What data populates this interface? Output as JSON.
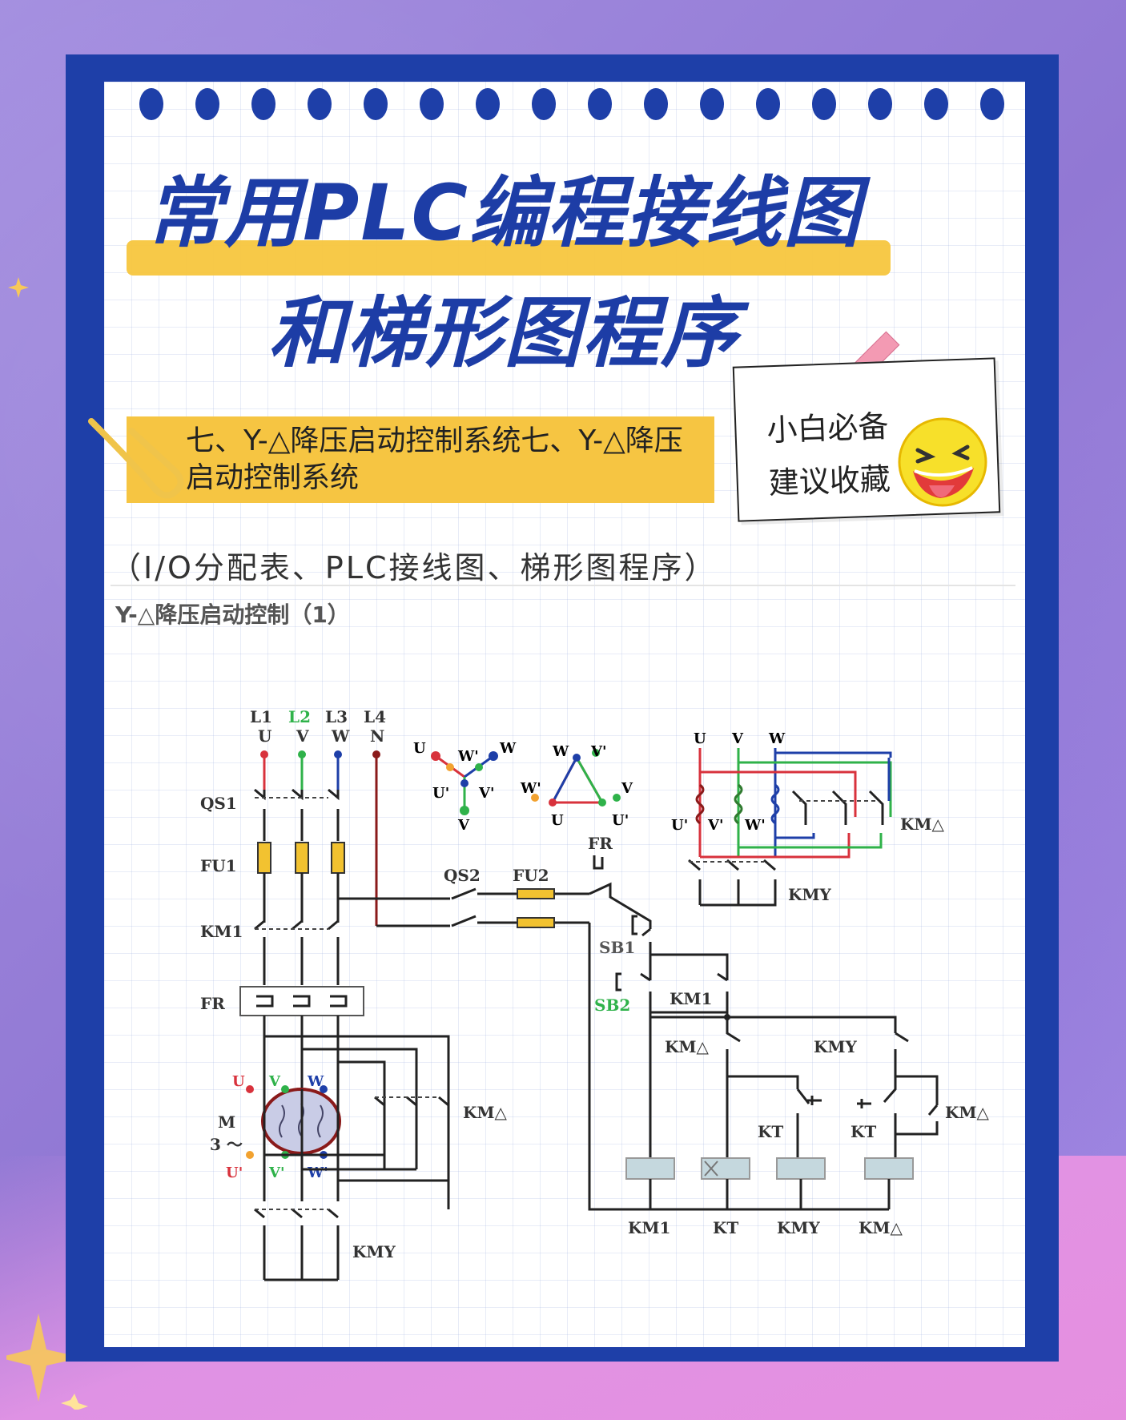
{
  "title": {
    "line1": "常用PLC编程接线图",
    "line2": "和梯形图程序"
  },
  "note": {
    "line1": "小白必备",
    "line2": "建议收藏"
  },
  "section": {
    "text": "七、Y-△降压启动控制系统七、Y-△降压启动控制系统"
  },
  "subtitle": "（I/O分配表、PLC接线图、梯形图程序）",
  "diagram": {
    "title": "Y-△降压启动控制（1）",
    "labels": {
      "L1": "L1",
      "L2": "L2",
      "L3": "L3",
      "L4": "L4",
      "U": "U",
      "V": "V",
      "W": "W",
      "N": "N",
      "QS1": "QS1",
      "FU1": "FU1",
      "KM1": "KM1",
      "FR": "FR",
      "M": "M",
      "M3": "3 ～",
      "motorU": "U",
      "motorV": "V",
      "motorW": "W",
      "motorU2": "U'",
      "motorV2": "V'",
      "motorW2": "W'",
      "KMD_main": "KM△",
      "KMY_main": "KMY",
      "QS2": "QS2",
      "FU2": "FU2",
      "FR_ctrl": "FR",
      "SB1": "SB1",
      "SB2": "SB2",
      "KM1_ctrl": "KM1",
      "KMD_ctrl": "KM△",
      "KMY_ctrl": "KMY",
      "KT_nc": "KT",
      "KT_no": "KT",
      "KMD_self": "KM△",
      "coil_KM1": "KM1",
      "coil_KT": "KT",
      "coil_KMY": "KMY",
      "coil_KMD": "KM△",
      "wye_U": "U",
      "wye_W2": "W'",
      "wye_W": "W",
      "wye_U2": "U'",
      "wye_V2": "V'",
      "wye_V": "V",
      "delta_W": "W",
      "delta_V2": "V'",
      "delta_W2": "W'",
      "delta_V": "V",
      "delta_U": "U",
      "delta_U2": "U'",
      "top_U": "U",
      "top_V": "V",
      "top_W": "W",
      "top_U2": "U'",
      "top_V2": "V'",
      "top_W2": "W'",
      "top_KMD": "KM△",
      "top_KMY": "KMY"
    }
  },
  "colors": {
    "frame": "#1e3fa8",
    "title": "#1d3da6",
    "highlight": "#f6c542",
    "L1": "#d8323c",
    "L2": "#2fb24a",
    "L3": "#1e3fa8",
    "L4": "#8a1a1a"
  }
}
